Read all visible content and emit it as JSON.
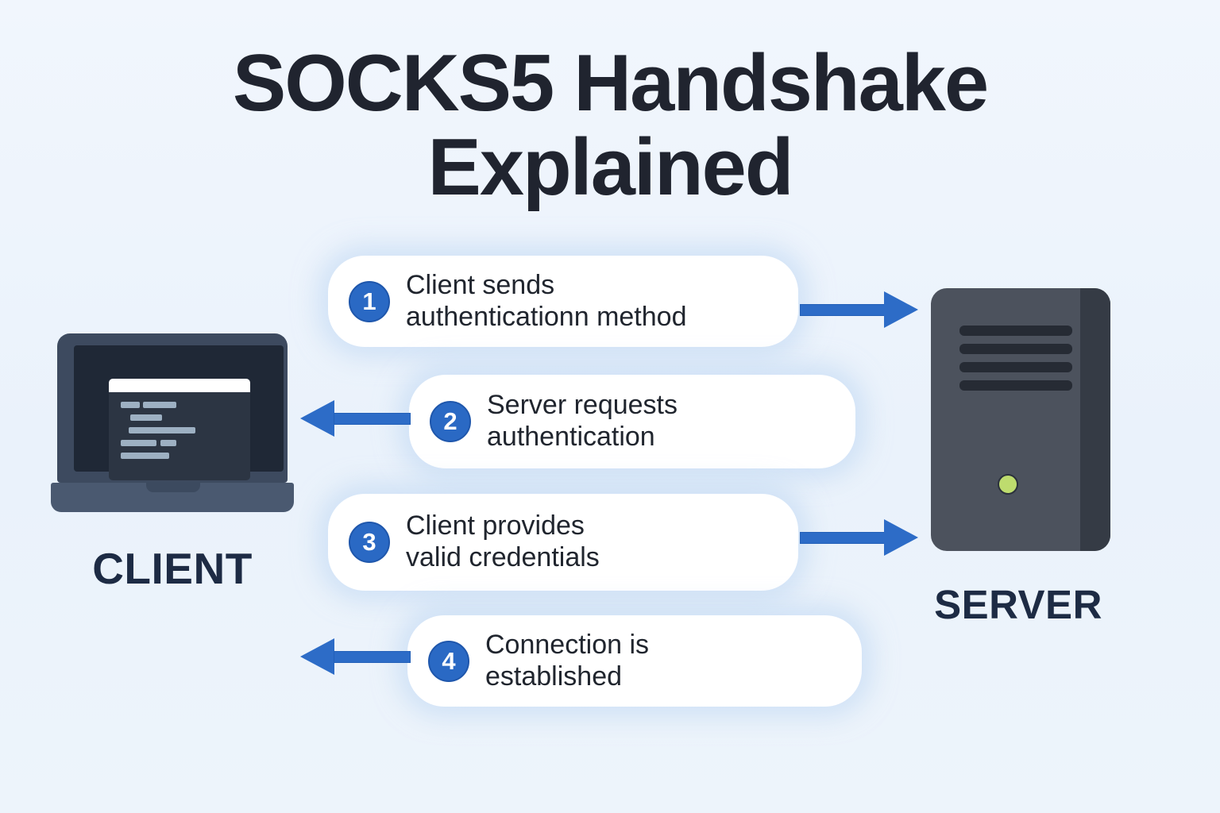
{
  "title": {
    "line1": "SOCKS5 Handshake",
    "line2": "Explained"
  },
  "steps": [
    {
      "num": "1",
      "line1": "Client sends",
      "line2": "authenticationn method",
      "direction": "right",
      "from": "client",
      "to": "server"
    },
    {
      "num": "2",
      "line1": "Server requests",
      "line2": "authentication",
      "direction": "left",
      "from": "server",
      "to": "client"
    },
    {
      "num": "3",
      "line1": "Client provides",
      "line2": "valid credentials",
      "direction": "right",
      "from": "client",
      "to": "server"
    },
    {
      "num": "4",
      "line1": "Connection is",
      "line2": "established",
      "direction": "left",
      "from": "server",
      "to": "client"
    }
  ],
  "client": {
    "label": "CLIENT"
  },
  "server": {
    "label": "SERVER"
  },
  "colors": {
    "background": "#eaf2fb",
    "pill": "#ffffff",
    "accent_blue": "#2d6cc7",
    "number_circle": "#2a69c4",
    "title_text": "#20242f",
    "step_text": "#20252e",
    "label_text": "#1d2b44",
    "laptop_body": "#3d4a5f",
    "laptop_base": "#4a5970",
    "laptop_screen": "#1f2836",
    "server_body": "#4c525d",
    "server_side": "#353b45",
    "led_green": "#bedc6e"
  }
}
